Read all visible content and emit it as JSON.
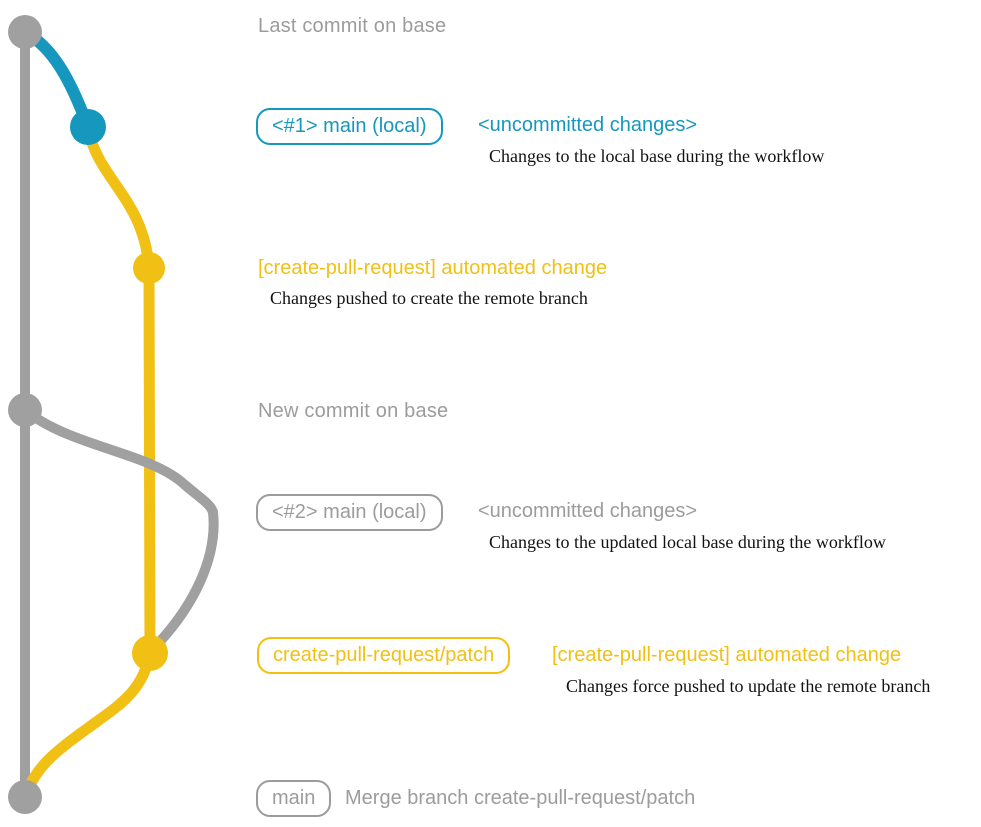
{
  "colors": {
    "gray": "#a0a0a0",
    "gray_text": "#9c9c9c",
    "blue": "#1697be",
    "yellow": "#f0c114"
  },
  "diagram": {
    "last_commit_heading": "Last commit on base",
    "new_commit_heading": "New commit on base",
    "row1": {
      "branch_label": "<#1> main (local)",
      "title": "<uncommitted changes>",
      "description": "Changes to the local base during the workflow"
    },
    "row2": {
      "title": "[create-pull-request] automated change",
      "description": "Changes pushed to create the remote branch"
    },
    "row3": {
      "branch_label": "<#2> main (local)",
      "title": "<uncommitted changes>",
      "description": "Changes to the updated local base during the workflow"
    },
    "row4": {
      "branch_label": "create-pull-request/patch",
      "title": "[create-pull-request] automated change",
      "description": "Changes force pushed to update the remote branch"
    },
    "row5": {
      "branch_label": "main",
      "title": "Merge branch create-pull-request/patch"
    }
  }
}
